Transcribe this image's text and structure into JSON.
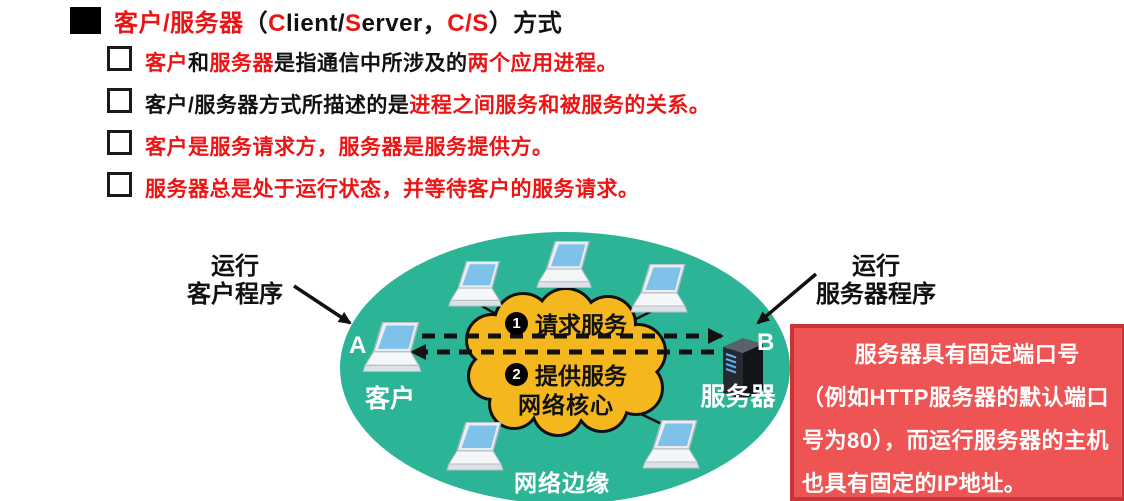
{
  "title": {
    "seg1": "客户/服务器",
    "seg2": "（",
    "seg3": "C",
    "seg4": "lient/",
    "seg5": "S",
    "seg6": "erver，",
    "seg7": "C/S",
    "seg8": "）方式"
  },
  "bullets": {
    "b1": {
      "s1": "客户",
      "s2": "和",
      "s3": "服务器",
      "s4": "是指通信中所涉及的",
      "s5": "两个应用进程。"
    },
    "b2": {
      "s1": "客户/服务器方式所描述的是",
      "s2": "进程之间服务和被服务的关系。"
    },
    "b3": {
      "s1": "客户是服务请求方，服务器是服务提供方。"
    },
    "b4": {
      "s1": "服务器总是处于运行状态，并等待客户的服务请求。"
    }
  },
  "diagram": {
    "left_label_l1": "运行",
    "left_label_l2": "客户程序",
    "right_label_l1": "运行",
    "right_label_l2": "服务器程序",
    "node_a": "A",
    "node_b": "B",
    "client": "客户",
    "server": "服务器",
    "step1_num": "1",
    "step1": "请求服务",
    "step2_num": "2",
    "step2": "提供服务",
    "core": "网络核心",
    "edge": "网络边缘"
  },
  "note": {
    "text": "服务器具有固定端口号（例如HTTP服务器的默认端口号为80），而运行服务器的主机也具有固定的IP地址。"
  },
  "colors": {
    "ellipse_green": "#2cb497",
    "cloud_gold": "#f4b71d",
    "text_red": "#ec1414",
    "note_bg": "#ee5454",
    "note_border": "#c93536",
    "laptop_screen": "#7fc2e9"
  }
}
